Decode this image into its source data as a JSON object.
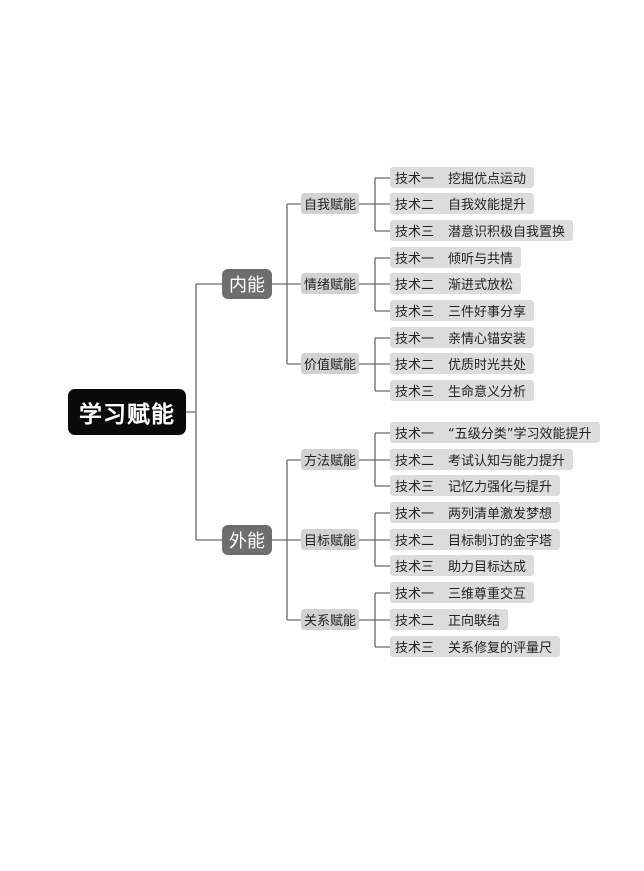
{
  "root": "学习赋能",
  "branches": [
    {
      "label": "内能",
      "children": [
        {
          "label": "自我赋能",
          "items": [
            {
              "num": "技术一",
              "text": "挖掘优点运动"
            },
            {
              "num": "技术二",
              "text": "自我效能提升"
            },
            {
              "num": "技术三",
              "text": "潜意识积极自我置换"
            }
          ]
        },
        {
          "label": "情绪赋能",
          "items": [
            {
              "num": "技术一",
              "text": "倾听与共情"
            },
            {
              "num": "技术二",
              "text": "渐进式放松"
            },
            {
              "num": "技术三",
              "text": "三件好事分享"
            }
          ]
        },
        {
          "label": "价值赋能",
          "items": [
            {
              "num": "技术一",
              "text": "亲情心锚安装"
            },
            {
              "num": "技术二",
              "text": "优质时光共处"
            },
            {
              "num": "技术三",
              "text": "生命意义分析"
            }
          ]
        }
      ]
    },
    {
      "label": "外能",
      "children": [
        {
          "label": "方法赋能",
          "items": [
            {
              "num": "技术一",
              "text": "“五级分类”学习效能提升"
            },
            {
              "num": "技术二",
              "text": "考试认知与能力提升"
            },
            {
              "num": "技术三",
              "text": "记忆力强化与提升"
            }
          ]
        },
        {
          "label": "目标赋能",
          "items": [
            {
              "num": "技术一",
              "text": "两列清单激发梦想"
            },
            {
              "num": "技术二",
              "text": "目标制订的金字塔"
            },
            {
              "num": "技术三",
              "text": "助力目标达成"
            }
          ]
        },
        {
          "label": "关系赋能",
          "items": [
            {
              "num": "技术一",
              "text": "三维尊重交互"
            },
            {
              "num": "技术二",
              "text": "正向联结"
            },
            {
              "num": "技术三",
              "text": "关系修复的评量尺"
            }
          ]
        }
      ]
    }
  ]
}
